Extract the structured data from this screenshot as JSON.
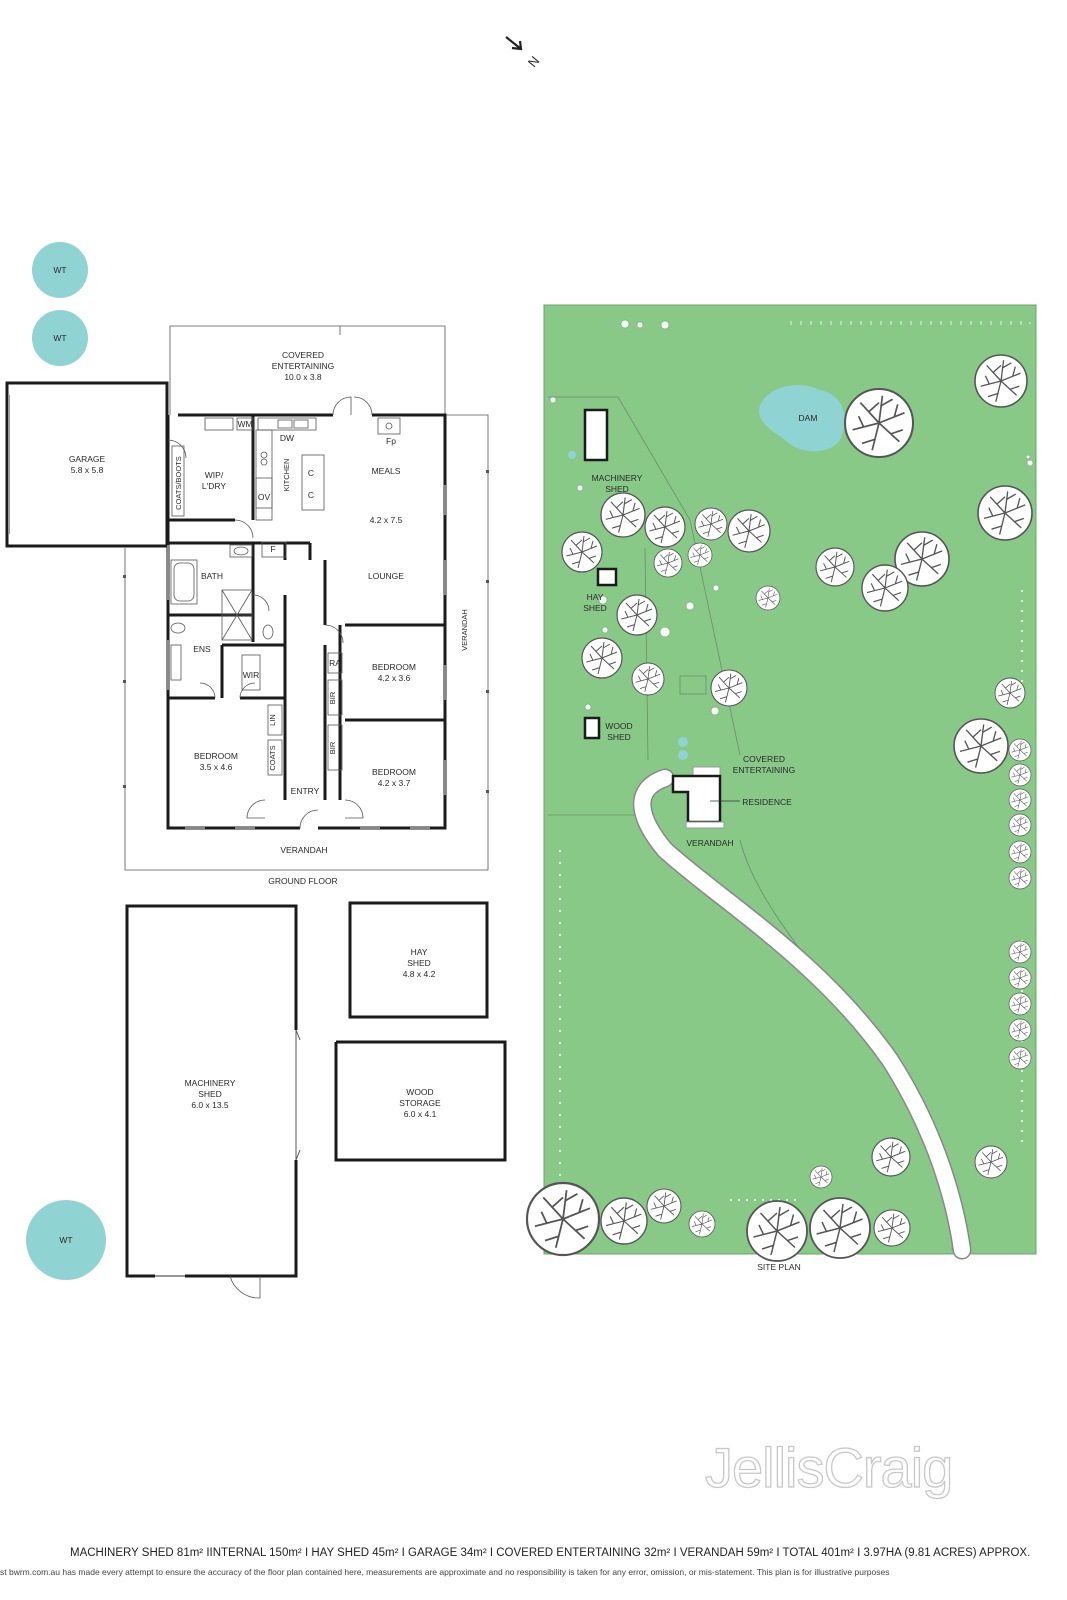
{
  "compass": {
    "label": "N"
  },
  "tanks": {
    "label": "WT"
  },
  "ground_floor": {
    "title": "GROUND FLOOR",
    "covered_entertaining": {
      "name_line1": "COVERED",
      "name_line2": "ENTERTAINING",
      "dims": "10.0 x 3.8"
    },
    "garage": {
      "name": "GARAGE",
      "dims": "5.8 x 5.8"
    },
    "coats_boots": "COATS/BOOTS",
    "wip_ldry": {
      "line1": "WIP/",
      "line2": "L'DRY"
    },
    "wm": "WM",
    "ov": "OV",
    "dw": "DW",
    "kitchen": "KITCHEN",
    "c": "C",
    "fp": "Fp",
    "f": "F",
    "meals": "MEALS",
    "meals_dims": "4.2 x 7.5",
    "lounge": "LOUNGE",
    "bath": "BATH",
    "ens": "ENS",
    "wir": "WIR",
    "lin": "LIN",
    "coats": "COATS",
    "ra": "RA",
    "bir": "BIR",
    "bedroom1": {
      "name": "BEDROOM",
      "dims": "4.2 x 3.6"
    },
    "bedroom2": {
      "name": "BEDROOM",
      "dims": "3.5 x 4.6"
    },
    "bedroom3": {
      "name": "BEDROOM",
      "dims": "4.2 x 3.7"
    },
    "entry": "ENTRY",
    "verandah": "VERANDAH"
  },
  "outbuildings": {
    "hay_shed": {
      "line1": "HAY",
      "line2": "SHED",
      "dims": "4.8 x 4.2"
    },
    "machinery_shed": {
      "line1": "MACHINERY",
      "line2": "SHED",
      "dims": "6.0 x 13.5"
    },
    "wood_storage": {
      "line1": "WOOD",
      "line2": "STORAGE",
      "dims": "6.0 x 4.1"
    }
  },
  "site_plan": {
    "title": "SITE PLAN",
    "dam": "DAM",
    "machinery_shed": {
      "line1": "MACHINERY",
      "line2": "SHED"
    },
    "hay_shed": {
      "line1": "HAY",
      "line2": "SHED"
    },
    "wood_shed": {
      "line1": "WOOD",
      "line2": "SHED"
    },
    "covered_entertaining": {
      "line1": "COVERED",
      "line2": "ENTERTAINING"
    },
    "residence": "RESIDENCE",
    "verandah": "VERANDAH"
  },
  "brand": {
    "name": "JellisCraig"
  },
  "footer": {
    "summary": "MACHINERY SHED 81m² IINTERNAL 150m²  I  HAY SHED 45m²  I  GARAGE 34m²  I  COVERED ENTERTAINING 32m²  I  VERANDAH 59m²  I  TOTAL 401m²  I  3.97HA (9.81 ACRES) APPROX.",
    "disclaimer": "st bwrm.com.au has made every attempt to ensure the accuracy of the floor plan contained here, measurements are approximate and no responsibility is taken for any error, omission, or mis-statement. This plan is for illustrative purposes"
  },
  "colors": {
    "wall": "#1b1b1b",
    "tank": "#8fd3d2",
    "lawn": "#88c988",
    "dam": "#8fd3d2",
    "tree_fill": "#ffffff",
    "driveway": "#ffffff"
  }
}
